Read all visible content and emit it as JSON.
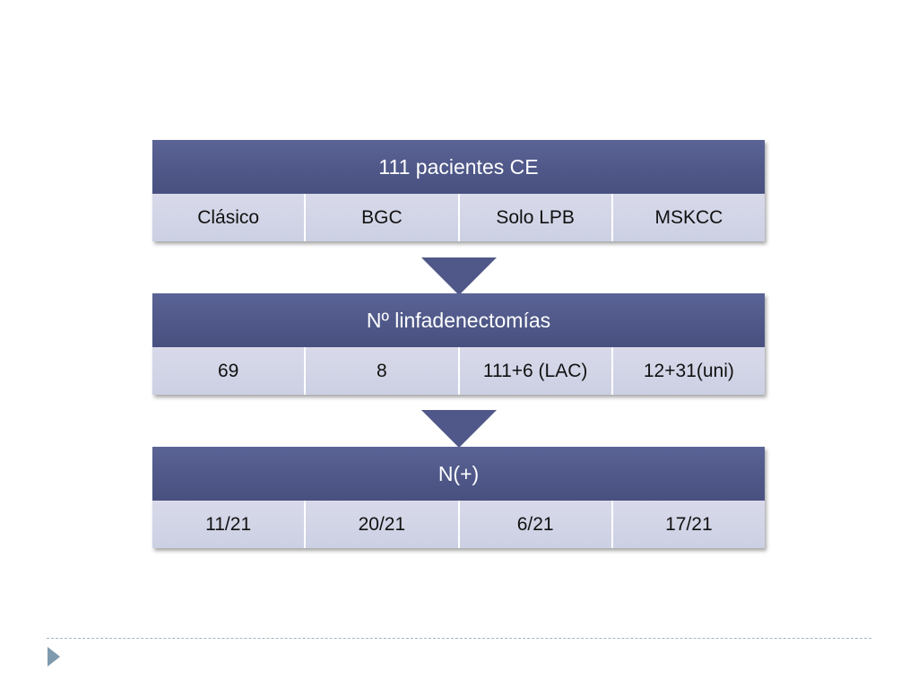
{
  "colors": {
    "header": "#4f5888",
    "cell": "#d0d3e6",
    "arrow": "#4f5888",
    "footer_line": "#9fb9c0",
    "footer_arrow": "#7f9aae"
  },
  "blocks": [
    {
      "title": "111 pacientes CE",
      "cells": [
        "Clásico",
        "BGC",
        "Solo LPB",
        "MSKCC"
      ]
    },
    {
      "title": "Nº linfadenectomías",
      "cells": [
        "69",
        "8",
        "111+6 (LAC)",
        "12+31(uni)"
      ]
    },
    {
      "title": "N(+)",
      "cells": [
        "11/21",
        "20/21",
        "6/21",
        "17/21"
      ]
    }
  ]
}
